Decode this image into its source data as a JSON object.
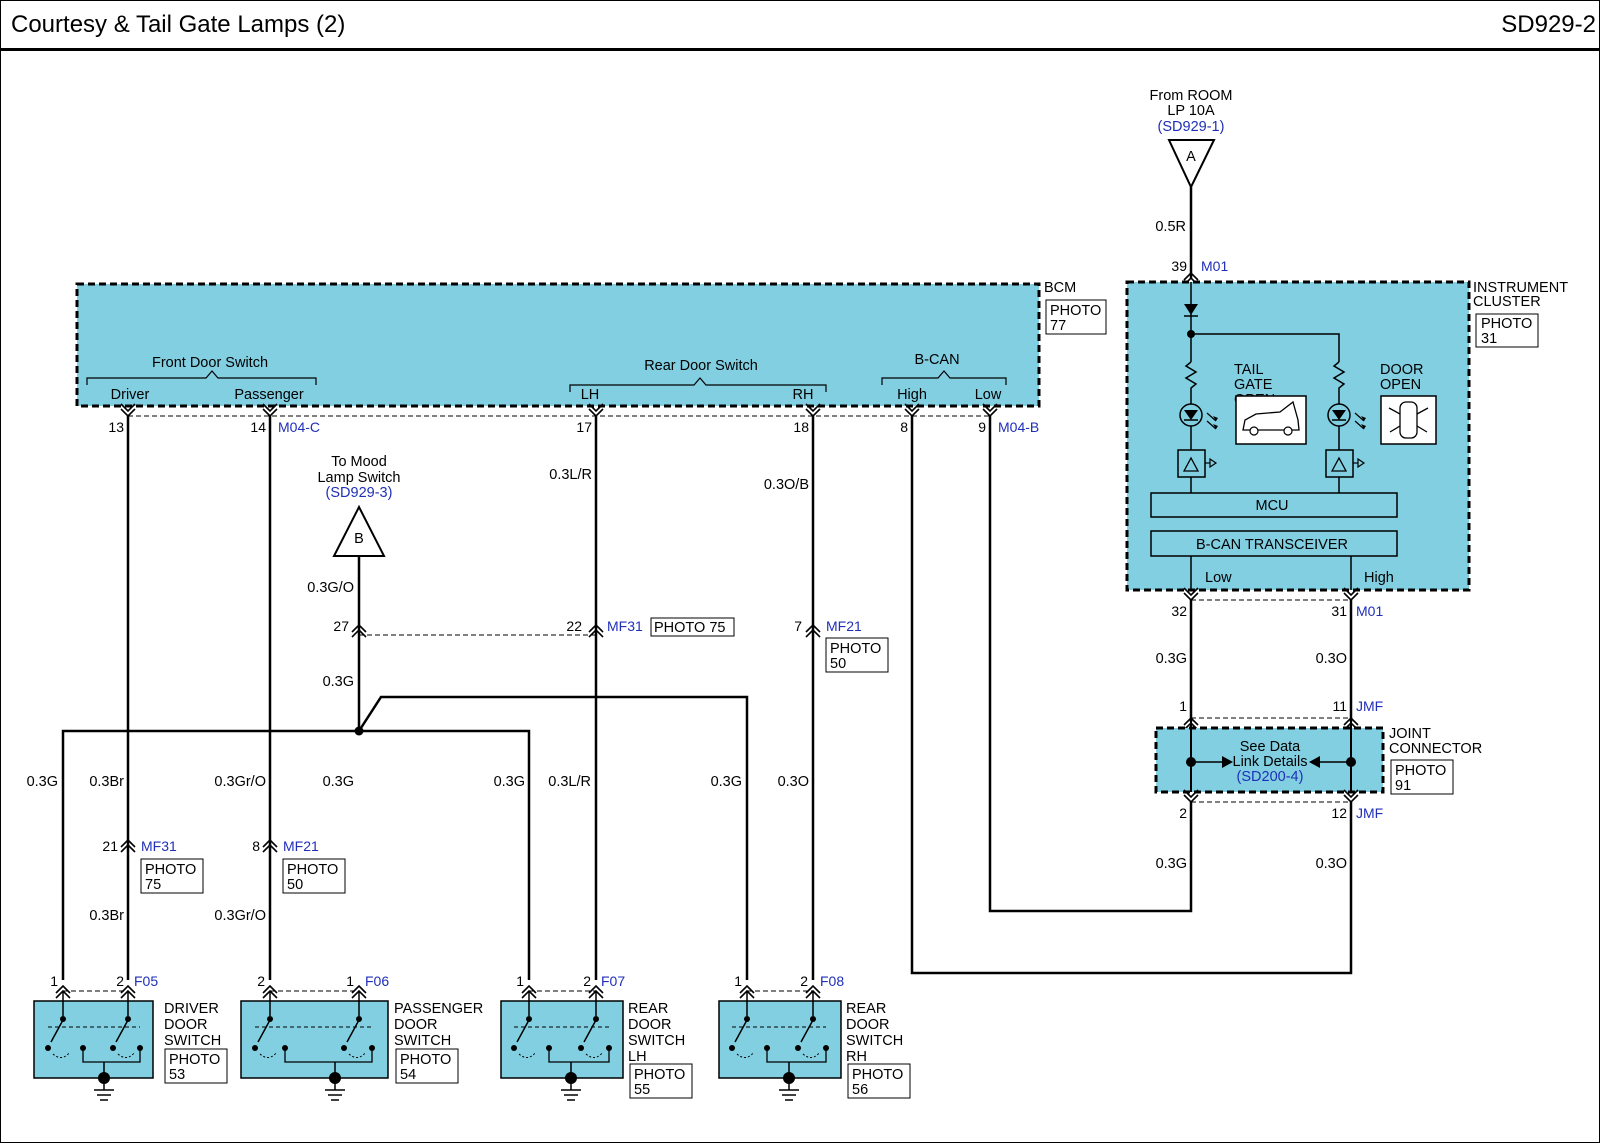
{
  "header": {
    "title": "Courtesy & Tail Gate Lamps (2)",
    "code": "SD929-2"
  },
  "bcm": {
    "name": "BCM",
    "photo": [
      "PHOTO",
      "77"
    ],
    "front_door_switch": "Front Door Switch",
    "driver": "Driver",
    "passenger": "Passenger",
    "rear_door_switch": "Rear Door Switch",
    "lh": "LH",
    "rh": "RH",
    "bcan": "B-CAN",
    "high": "High",
    "low": "Low",
    "pins": {
      "p13": "13",
      "p14": "14",
      "p17": "17",
      "p18": "18",
      "p8": "8",
      "p9": "9"
    },
    "conn_c": "M04-C",
    "conn_b": "M04-B"
  },
  "cluster": {
    "name": [
      "INSTRUMENT",
      "CLUSTER"
    ],
    "photo": [
      "PHOTO",
      "31"
    ],
    "tailgate": [
      "TAIL",
      "GATE",
      "OPEN"
    ],
    "door": [
      "DOOR",
      "OPEN"
    ],
    "mcu": "MCU",
    "transceiver": "B-CAN TRANSCEIVER",
    "low": "Low",
    "high": "High",
    "pin39": "39",
    "pin32": "32",
    "pin31": "31",
    "conn": "M01"
  },
  "source": {
    "line1": "From ROOM",
    "line2": "LP 10A",
    "ref": "(SD929-1)",
    "letter": "A",
    "wire": "0.5R"
  },
  "mood": {
    "line1": "To Mood",
    "line2": "Lamp Switch",
    "ref": "(SD929-3)",
    "letter": "B",
    "wire": "0.3G/O"
  },
  "joint": {
    "name": [
      "JOINT",
      "CONNECTOR"
    ],
    "photo": [
      "PHOTO",
      "91"
    ],
    "text1": "See Data",
    "text2": "Link Details",
    "ref": "(SD200-4)",
    "pin1": "1",
    "pin11": "11",
    "pin2": "2",
    "pin12": "12",
    "conn": "JMF"
  },
  "connectors": {
    "mf31_top": {
      "pin27": "27",
      "pin22": "22",
      "name": "MF31",
      "photo": "PHOTO 75"
    },
    "mf21_top": {
      "pin": "7",
      "name": "MF21",
      "photo": [
        "PHOTO",
        "50"
      ]
    },
    "mf31_low": {
      "pin": "21",
      "name": "MF31",
      "photo": [
        "PHOTO",
        "75"
      ]
    },
    "mf21_low": {
      "pin": "8",
      "name": "MF21",
      "photo": [
        "PHOTO",
        "50"
      ]
    }
  },
  "wires": {
    "lr": "0.3L/R",
    "ob": "0.3O/B",
    "g": "0.3G",
    "br": "0.3Br",
    "gro": "0.3Gr/O",
    "o": "0.3O"
  },
  "switches": [
    {
      "label": [
        "DRIVER",
        "DOOR",
        "SWITCH"
      ],
      "photo": [
        "PHOTO",
        "53"
      ],
      "conn": "F05",
      "pin_left": "1",
      "pin_right": "2"
    },
    {
      "label": [
        "PASSENGER",
        "DOOR",
        "SWITCH"
      ],
      "photo": [
        "PHOTO",
        "54"
      ],
      "conn": "F06",
      "pin_left": "2",
      "pin_right": "1"
    },
    {
      "label": [
        "REAR",
        "DOOR",
        "SWITCH",
        "LH"
      ],
      "photo": [
        "PHOTO",
        "55"
      ],
      "conn": "F07",
      "pin_left": "1",
      "pin_right": "2"
    },
    {
      "label": [
        "REAR",
        "DOOR",
        "SWITCH",
        "RH"
      ],
      "photo": [
        "PHOTO",
        "56"
      ],
      "conn": "F08",
      "pin_left": "1",
      "pin_right": "2"
    }
  ],
  "colors": {
    "module_fill": "#82cfe2",
    "link_blue": "#1f2fb8",
    "line": "#000000"
  }
}
